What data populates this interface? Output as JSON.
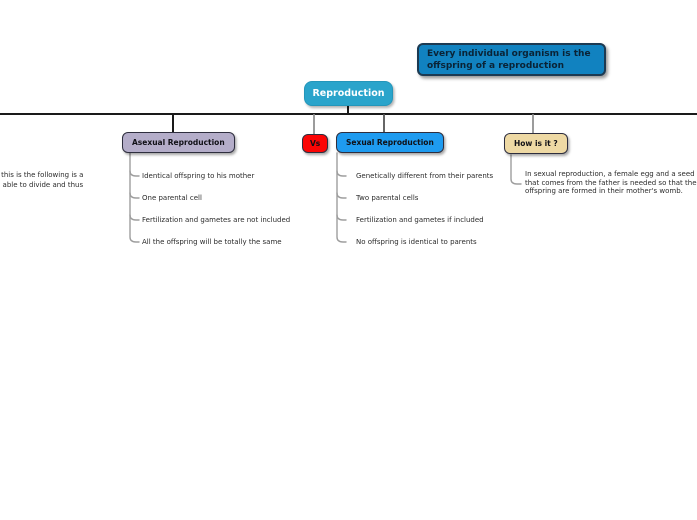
{
  "palette": {
    "note_fill": "#1182c0",
    "root_fill": "#2aa4cb",
    "asexual_fill": "#b4adc9",
    "vs_fill": "#fb0505",
    "sexual_fill": "#1e9bf0",
    "how_fill": "#eed9a4",
    "connector_dark": "#1a1a1a",
    "connector_gray": "#9e9e9e"
  },
  "floating_note": {
    "line1": "Every individual organism is the",
    "line2": "offspring of a reproduction"
  },
  "root": {
    "label": "Reproduction"
  },
  "branches": {
    "asexual": {
      "label": "Asexual Reproduction",
      "items": [
        "Identical offspring to his mother",
        "One parental cell",
        "Fertilization and gametes are not included",
        "All the offspring will be totally the same"
      ]
    },
    "vs": {
      "label": "Vs"
    },
    "sexual": {
      "label": "Sexual Reproduction",
      "items": [
        "Genetically different from their parents",
        "Two parental cells",
        "Fertilization and gametes if included",
        "No offspring is identical to parents"
      ]
    },
    "how": {
      "label": "How is it ?",
      "note_lines": [
        "In sexual reproduction, a female egg and a seed",
        "that comes from the father is needed so that the",
        "offspring are formed in their mother's womb."
      ]
    }
  },
  "clipped_left_text": {
    "line1": "r this is the following is a",
    "line2": "e able to divide and thus"
  }
}
